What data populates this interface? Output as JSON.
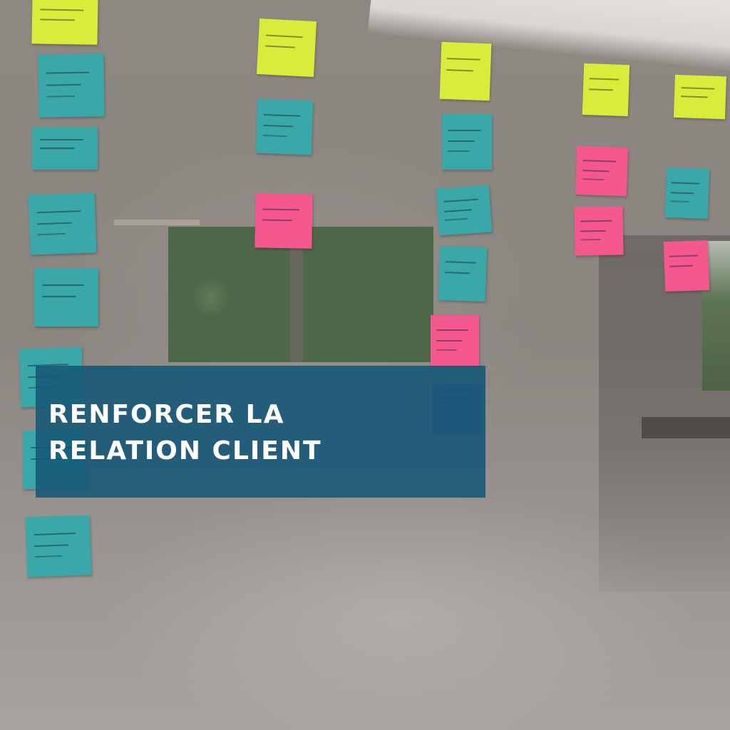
{
  "photo": {
    "subject": "sticky notes on glass wall",
    "colors": {
      "yellow_note": "#d9ec3a",
      "teal_note": "#3aa8a8",
      "pink_note": "#f5588f",
      "purple_note": "#5b5fa0",
      "banner": "#145676",
      "banner_text": "#ffffff"
    }
  },
  "banner": {
    "line1": "RENFORCER LA",
    "line2": "RELATION CLIENT"
  }
}
